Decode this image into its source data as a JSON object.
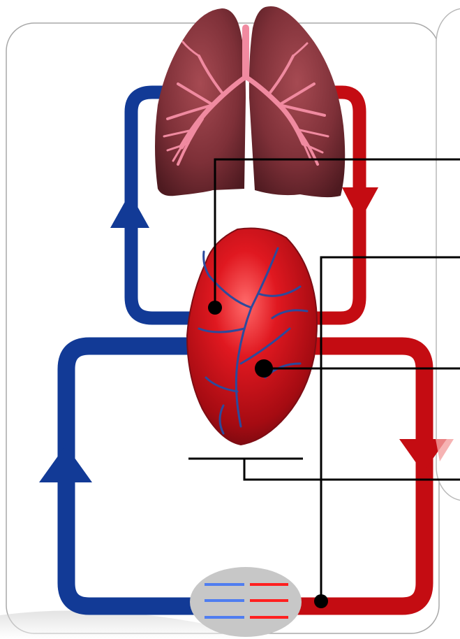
{
  "diagram": {
    "colors": {
      "deoxygenated": "#123a96",
      "oxygenated": "#c40c12",
      "lung_tissue": "#8a3b42",
      "bronchi": "#f08aa0",
      "heart": "#d8141e",
      "heart_vessels": "#2c4a9c",
      "pointer": "#000000",
      "capillary_bed": "#c7c7c7",
      "panel_border": "#a8a8a8"
    },
    "circuits": [
      "pulmonary-circuit",
      "systemic-circuit"
    ],
    "organs": [
      "lungs",
      "heart",
      "capillary-bed"
    ],
    "pointer_lines": 4,
    "arrows": [
      "up-left-upper",
      "down-right-upper",
      "up-left-lower",
      "down-right-lower"
    ]
  }
}
